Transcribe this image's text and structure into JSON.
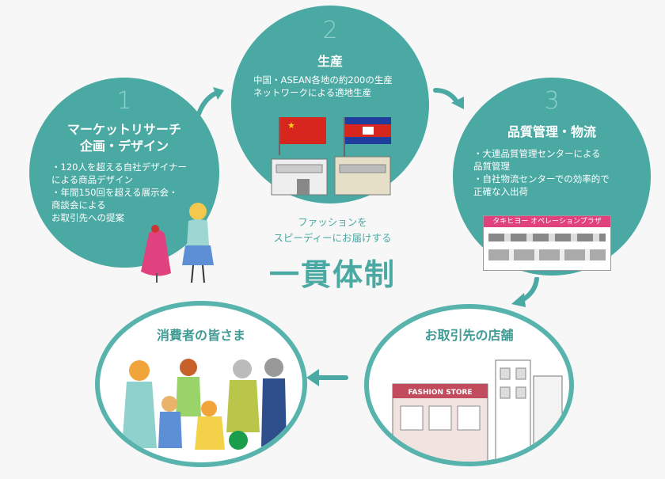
{
  "steps": [
    {
      "number": "1",
      "title_line1": "マーケットリサーチ",
      "title_line2": "企画・デザイン",
      "desc": "・120人を超える自社デザイナー\n による商品デザイン\n・年間150回を超える展示会・\n 商談会による\n お取引先への提案"
    },
    {
      "number": "2",
      "title_line1": "生産",
      "desc": "中国・ASEAN各地の約200の生産\nネットワークによる適地生産"
    },
    {
      "number": "3",
      "title_line1": "品質管理・物流",
      "desc": "・大連品質管理センターによる\n 品質管理\n・自社物流センターでの効率的で\n 正確な入出荷",
      "sign": "タキヒヨー オペレーションプラザ"
    },
    {
      "title": "お取引先の店舗",
      "store_sign": "FASHION STORE"
    },
    {
      "title": "消費者の皆さま"
    }
  ],
  "center": {
    "line1": "ファッションを",
    "line2": "スピーディーにお届けする",
    "big": "一貫体制"
  },
  "colors": {
    "teal": "#4aa9a2",
    "teal_light": "#8fd1cc",
    "ring": "#58b3ad",
    "pink": "#e0427f"
  }
}
